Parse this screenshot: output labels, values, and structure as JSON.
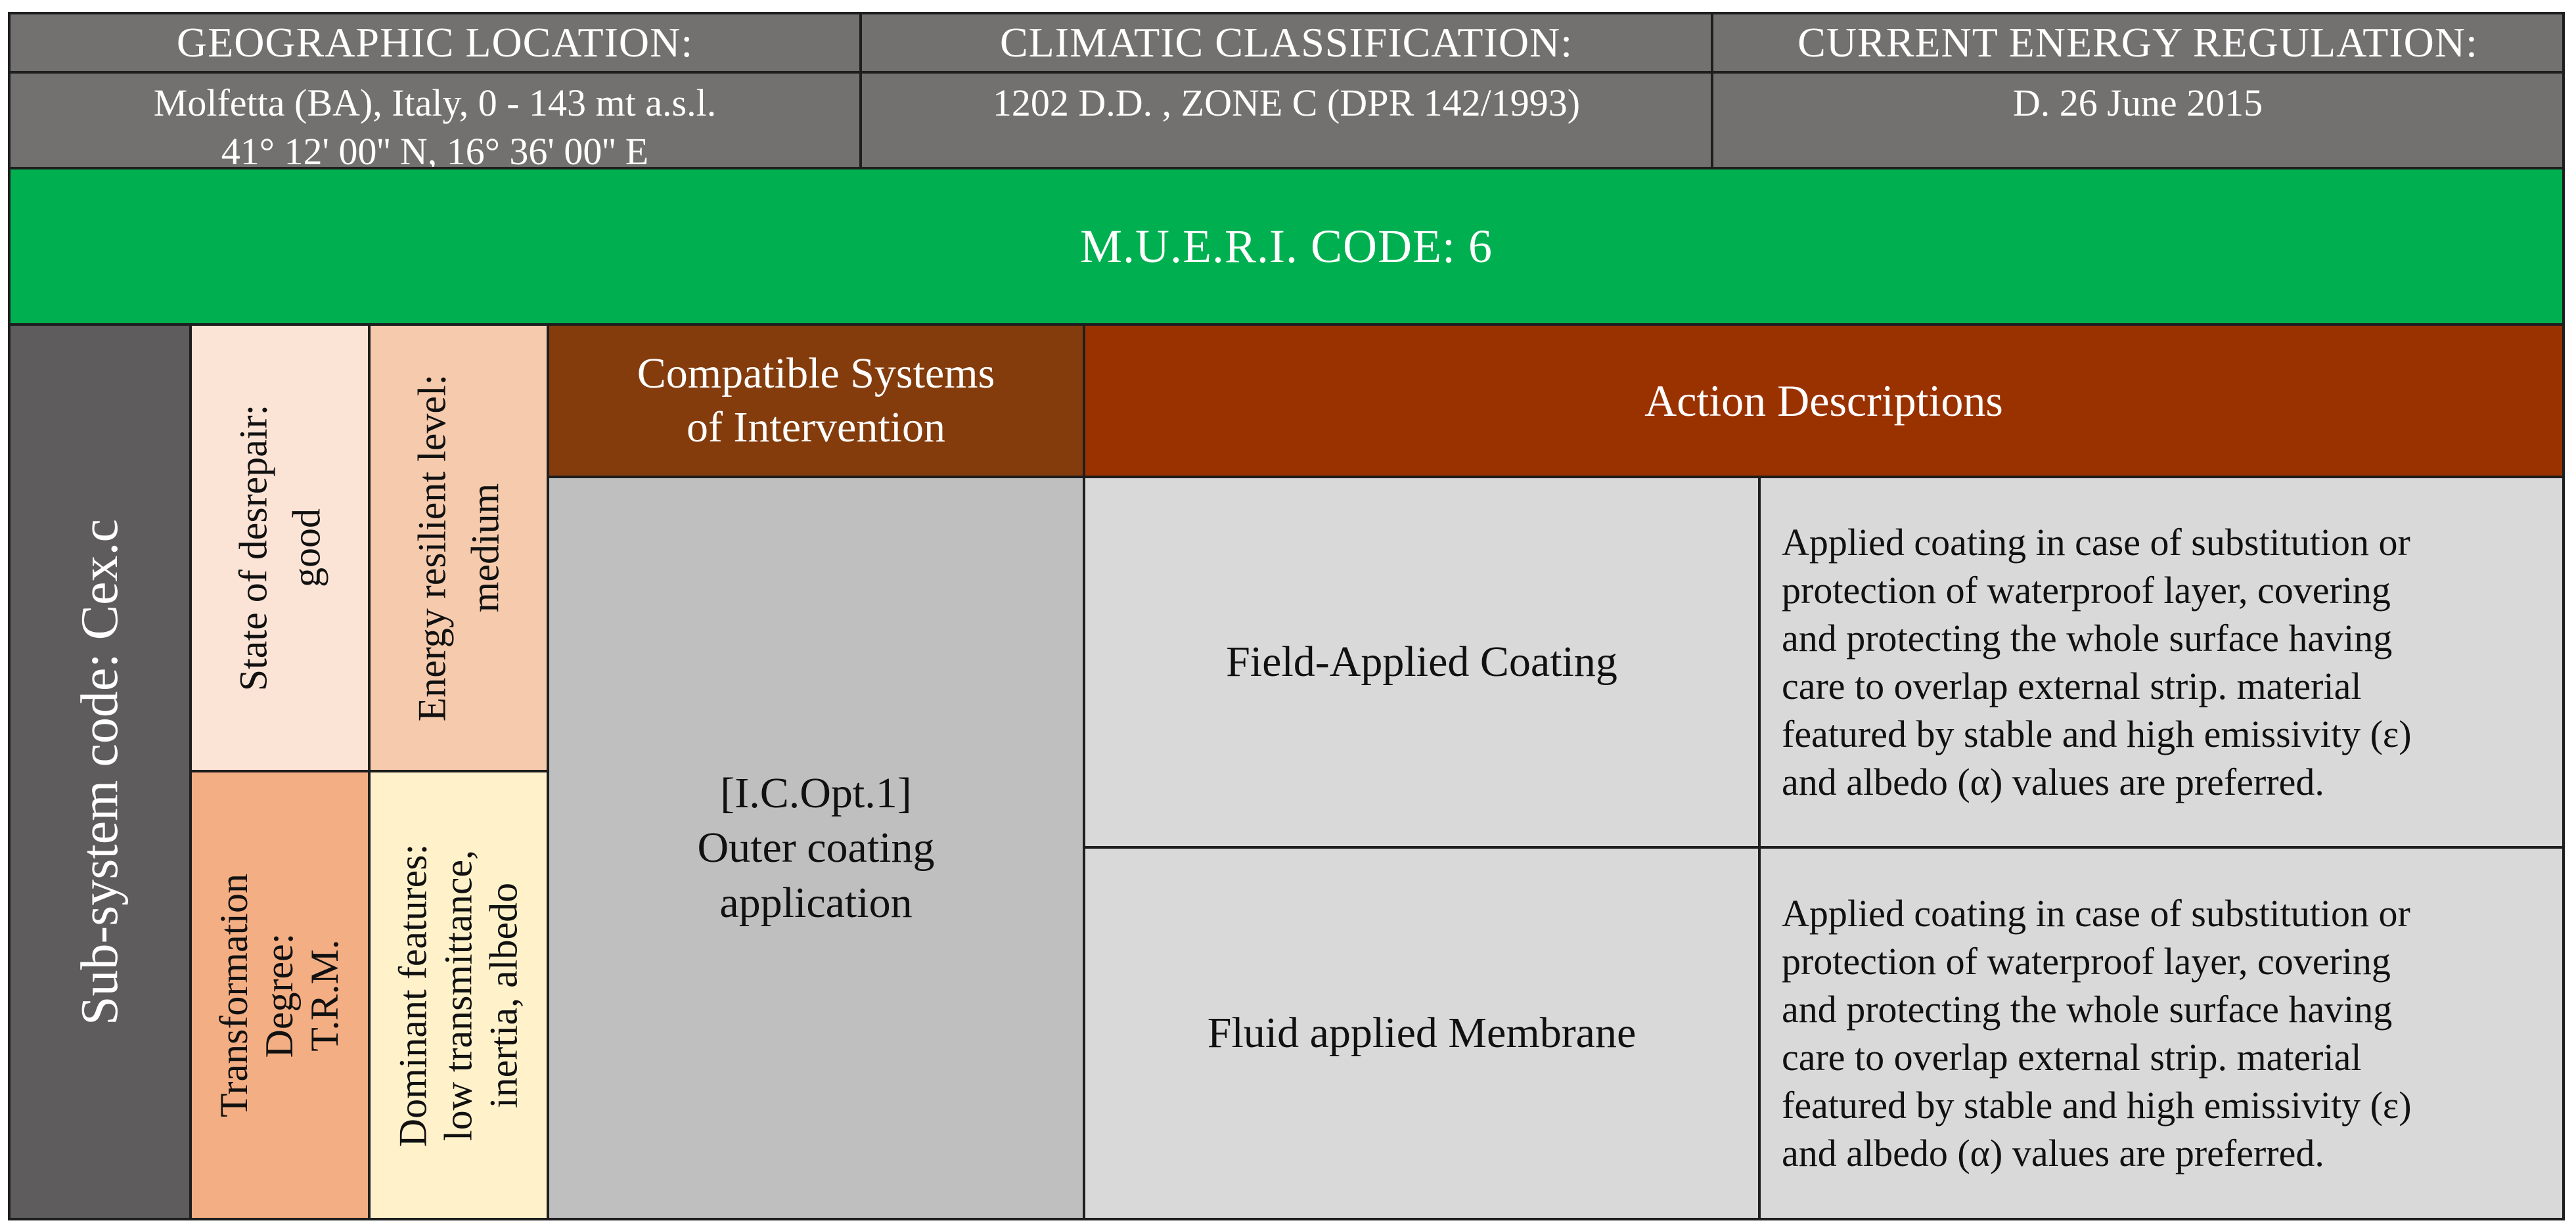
{
  "header": {
    "geo_title": "GEOGRAPHIC LOCATION:",
    "geo_line1": "Molfetta (BA), Italy, 0 - 143 mt a.s.l.",
    "geo_line2": "41° 12' 00'' N, 16° 36' 00'' E",
    "clim_title": "CLIMATIC CLASSIFICATION:",
    "clim_line1": "1202 D.D. , ZONE C (DPR 142/1993)",
    "reg_title": "CURRENT ENERGY REGULATION:",
    "reg_line1": "D. 26 June 2015"
  },
  "banner": {
    "text": "M.U.E.R.I. CODE: 6"
  },
  "subsystem": {
    "label": "Sub-system code: Cex.c"
  },
  "state": {
    "line1": "State of desrepair:",
    "line2": "good"
  },
  "energy": {
    "line1": "Energy resilient level:",
    "line2": "medium"
  },
  "transformation": {
    "line1": "Transformation",
    "line2": "Degree:",
    "line3": "T.R.M."
  },
  "dominant": {
    "line1": "Dominant features:",
    "line2": "low transmittance,",
    "line3": "inertia, albedo"
  },
  "compatible": {
    "header_line1": "Compatible Systems",
    "header_line2": "of Intervention",
    "code": "[I.C.Opt.1]",
    "line2": "Outer coating",
    "line3": "application"
  },
  "actions": {
    "header": "Action Descriptions",
    "rows": [
      {
        "name": "Field-Applied Coating",
        "desc": [
          "Applied coating in case of substitution or",
          "protection of waterproof layer, covering",
          "and protecting the whole surface having",
          "care to overlap external strip. material",
          "featured by stable and high emissivity (ε)",
          "and albedo (α) values are preferred."
        ]
      },
      {
        "name": "Fluid applied Membrane",
        "desc": [
          "Applied coating in case of substitution or",
          "protection of waterproof layer, covering",
          "and protecting the whole surface having",
          "care to overlap external strip. material",
          "featured by stable and high emissivity (ε)",
          "and albedo (α) values are preferred."
        ]
      }
    ]
  },
  "colors": {
    "header_gray": "#737070",
    "banner_green": "#00b050",
    "subsystem_gray": "#5e5c5c",
    "state_light": "#fbe4d6",
    "energy_peach": "#f6caac",
    "transformation_orange": "#f3ae83",
    "dominant_cream": "#fff2cb",
    "compatible_brown": "#843c0c",
    "actions_red": "#9a3200",
    "compatible_gray": "#bfbfbf",
    "action_light_gray": "#d9d9d9"
  }
}
